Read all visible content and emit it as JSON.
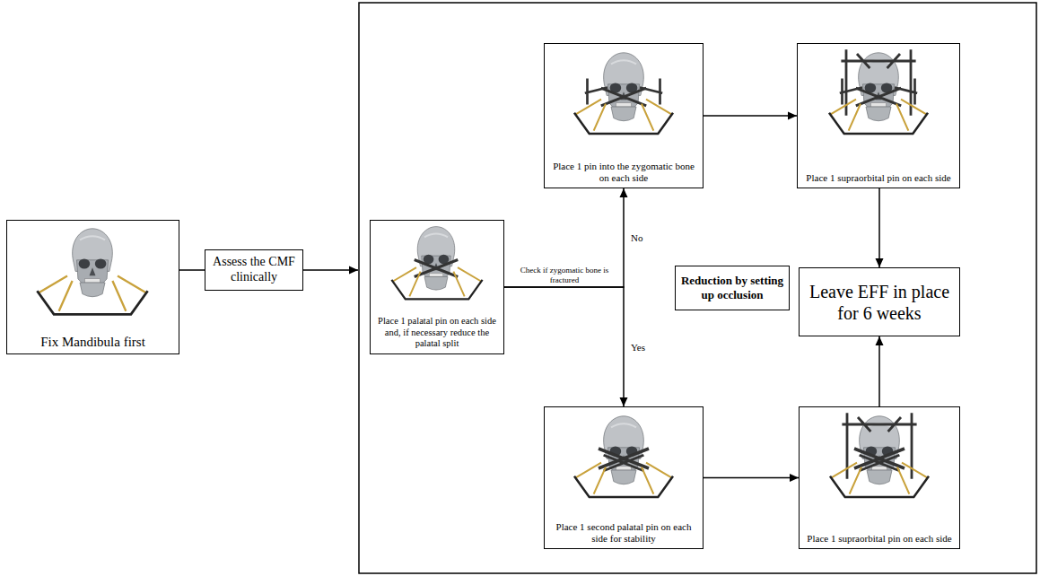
{
  "diagram": {
    "nodes": [
      {
        "text": [
          "Fix Mandibula first"
        ]
      },
      {
        "text": [
          "Assess the CMF clinically"
        ]
      },
      {
        "text": [
          "Place 1 palatal pin on each side and, if necessary reduce the palatal split"
        ]
      },
      {
        "text": [
          "Place 1 pin into the zygomatic bone on each side"
        ]
      },
      {
        "text": [
          "Place 1 supraorbital pin on each side"
        ]
      },
      {
        "text": [
          "Reduction by setting up occlusion"
        ]
      },
      {
        "text": [
          "Leave EFF in place for 6 weeks"
        ]
      },
      {
        "text": [
          "Place 1 second palatal pin on each side for stability"
        ]
      },
      {
        "text": [
          "Place 1 supraorbital pin on each side"
        ]
      }
    ],
    "edges": [
      {
        "from": 0,
        "to": 1,
        "arrow": "none"
      },
      {
        "from": 2,
        "to": 3,
        "label": "No",
        "arrow": "to"
      },
      {
        "from": 2,
        "to": 7,
        "label": "Yes",
        "arrow": "to"
      },
      {
        "from": 3,
        "to": 4,
        "arrow": "to"
      },
      {
        "from": 7,
        "to": 8,
        "arrow": "to"
      },
      {
        "from": 4,
        "to": 6,
        "arrow": "to"
      },
      {
        "from": 8,
        "to": 6,
        "arrow": "to"
      }
    ],
    "labels": [
      "Check if zygomatic bone is fractured"
    ]
  }
}
